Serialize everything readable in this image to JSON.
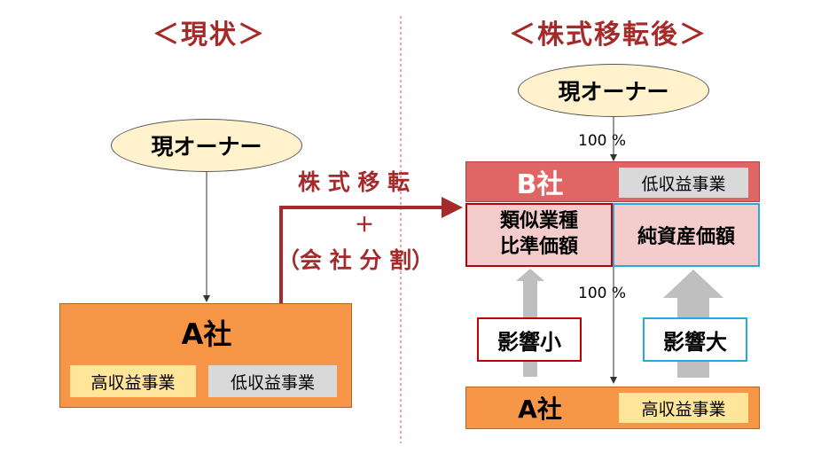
{
  "current": {
    "heading": "＜現状＞",
    "owner": "現オーナー",
    "company": "A社",
    "high_business": "高収益事業",
    "low_business": "低収益事業"
  },
  "transfer": {
    "line1": "株 式 移 転",
    "plus": "＋",
    "line2": "（会 社 分 割）"
  },
  "after": {
    "heading": "＜株式移転後＞",
    "owner": "現オーナー",
    "pct_top": "100 %",
    "company_b": "B社",
    "low_business": "低収益事業",
    "similar_line1": "類似業種",
    "similar_line2": "比準価額",
    "net_assets": "純資産価額",
    "pct_mid": "100 %",
    "impact_small": "影響小",
    "impact_large": "影響大",
    "company_a": "A社",
    "high_business": "高収益事業"
  },
  "colors": {
    "heading": "#a52a2a",
    "ellipse_fill": "#fff2cc",
    "orange": "#f79646",
    "b_red": "#e06666",
    "pink": "#f4cccc",
    "gray_arrow": "#bfbfbf",
    "red_border": "#c00000",
    "blue_border": "#29a8e0"
  }
}
